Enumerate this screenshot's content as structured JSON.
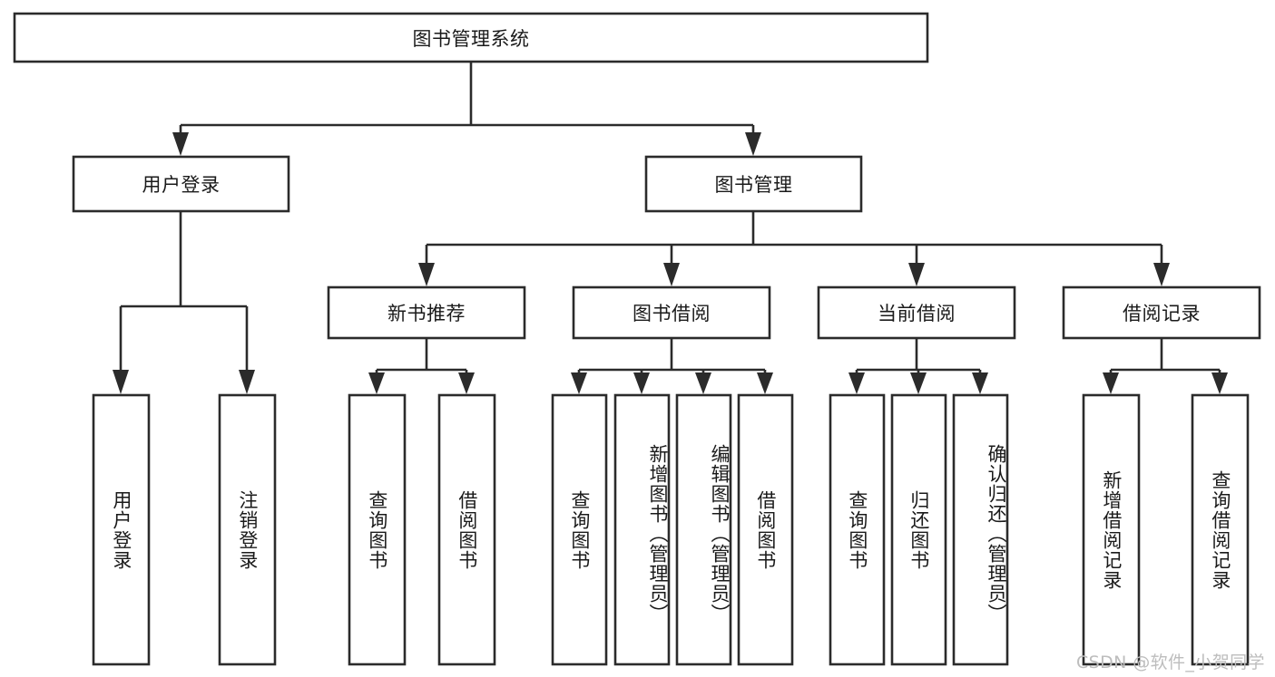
{
  "diagram": {
    "title": "图书管理系统",
    "type": "tree-hierarchy-chart",
    "watermark": "CSDN @软件_小贺同学",
    "colors": {
      "box_stroke": "#2b2b2b",
      "box_fill": "#ffffff",
      "text": "#1a1a1a",
      "background": "#ffffff",
      "watermark": "#bdbdbd"
    },
    "root": {
      "label": "图书管理系统"
    },
    "level1": [
      {
        "label": "用户登录"
      },
      {
        "label": "图书管理"
      }
    ],
    "level2": [
      {
        "label": "新书推荐"
      },
      {
        "label": "图书借阅"
      },
      {
        "label": "当前借阅"
      },
      {
        "label": "借阅记录"
      }
    ],
    "leaves": {
      "user_login": [
        {
          "label": "用户登录"
        },
        {
          "label": "注销登录"
        }
      ],
      "new_book_recommend": [
        {
          "label": "查询图书"
        },
        {
          "label": "借阅图书"
        }
      ],
      "book_borrow": [
        {
          "label": "查询图书"
        },
        {
          "label": "新增图书（管理员）"
        },
        {
          "label": "编辑图书（管理员）"
        },
        {
          "label": "借阅图书"
        }
      ],
      "current_borrow": [
        {
          "label": "查询图书"
        },
        {
          "label": "归还图书"
        },
        {
          "label": "确认归还（管理员）"
        }
      ],
      "borrow_record": [
        {
          "label": "新增借阅记录"
        },
        {
          "label": "查询借阅记录"
        }
      ]
    }
  }
}
